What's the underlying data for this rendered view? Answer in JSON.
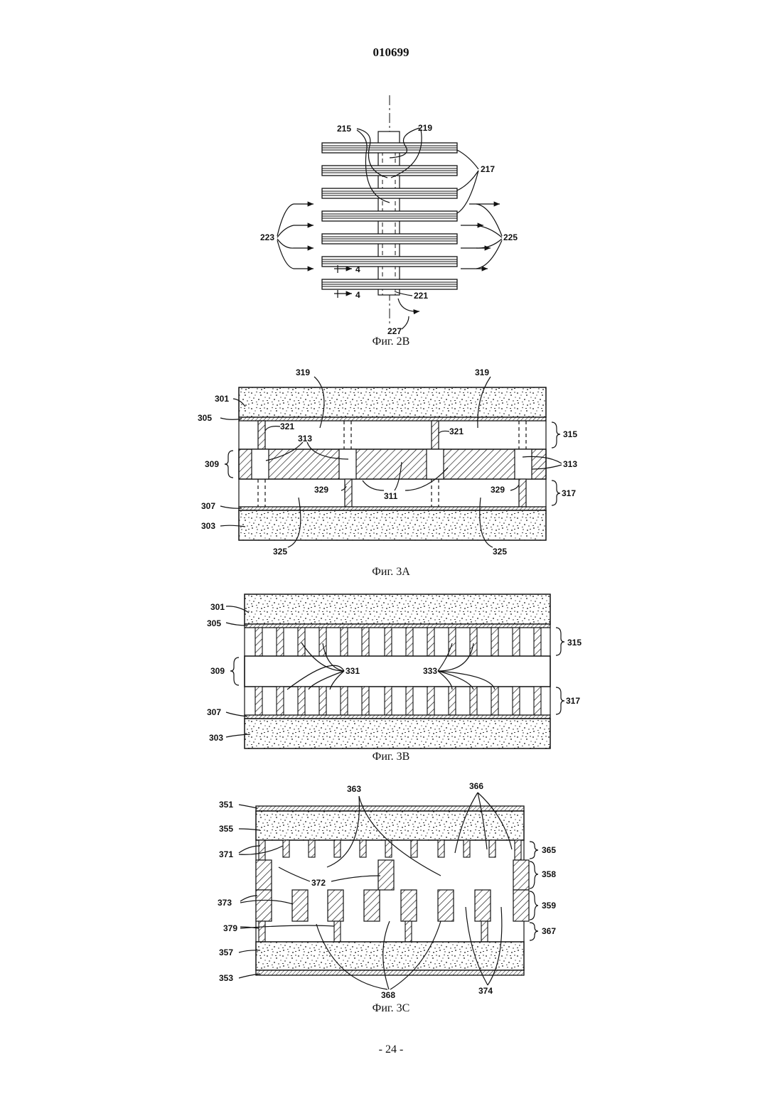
{
  "header": {
    "document_number": "010699"
  },
  "footer": {
    "page_number": "- 24 -"
  },
  "figures": {
    "fig2b": {
      "caption": "Фиг. 2В",
      "labels": {
        "l215": "215",
        "l219": "219",
        "l217": "217",
        "l223": "223",
        "l225": "225",
        "l4a": "4",
        "l4b": "4",
        "l221": "221",
        "l227": "227"
      }
    },
    "fig3a": {
      "caption": "Фиг. 3А",
      "labels": {
        "l319a": "319",
        "l319b": "319",
        "l301": "301",
        "l305": "305",
        "l321a": "321",
        "l321b": "321",
        "l313a": "313",
        "l313b": "313",
        "l315": "315",
        "l309": "309",
        "l329a": "329",
        "l329b": "329",
        "l311": "311",
        "l317": "317",
        "l307": "307",
        "l303": "303",
        "l325a": "325",
        "l325b": "325"
      }
    },
    "fig3b": {
      "caption": "Фиг. 3В",
      "labels": {
        "l301": "301",
        "l305": "305",
        "l315": "315",
        "l309": "309",
        "l331": "331",
        "l333": "333",
        "l317": "317",
        "l307": "307",
        "l303": "303"
      }
    },
    "fig3c": {
      "caption": "Фиг. 3С",
      "labels": {
        "l363": "363",
        "l366": "366",
        "l351": "351",
        "l355": "355",
        "l365": "365",
        "l371": "371",
        "l358": "358",
        "l372": "372",
        "l373": "373",
        "l359": "359",
        "l379": "379",
        "l367": "367",
        "l357": "357",
        "l353": "353",
        "l368": "368",
        "l374": "374"
      }
    }
  }
}
